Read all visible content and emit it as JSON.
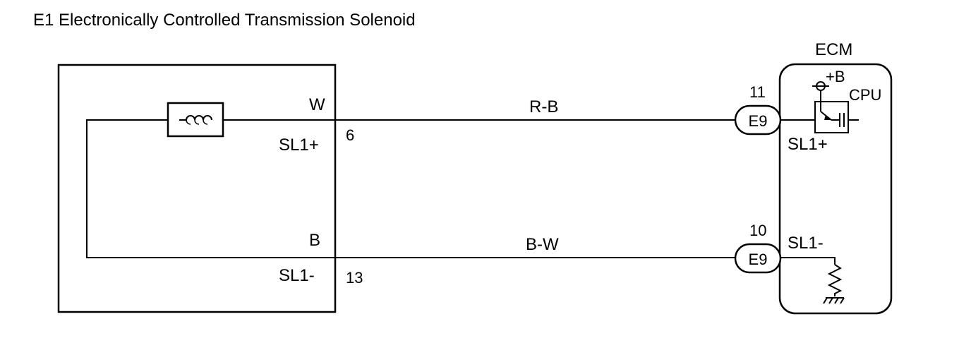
{
  "title": "E1 Electronically Controlled Transmission Solenoid",
  "solenoid": {
    "wire_colors": {
      "upper": "W",
      "lower": "B"
    },
    "terminals": {
      "upper": {
        "name": "SL1+",
        "pin": "6"
      },
      "lower": {
        "name": "SL1-",
        "pin": "13"
      }
    }
  },
  "wires": {
    "upper": {
      "color_code": "R-B"
    },
    "lower": {
      "color_code": "B-W"
    }
  },
  "ecm": {
    "title": "ECM",
    "supply_label": "+B",
    "cpu_label": "CPU",
    "connectors": {
      "upper": {
        "pin": "11",
        "id": "E9",
        "terminal": "SL1+"
      },
      "lower": {
        "pin": "10",
        "id": "E9",
        "terminal": "SL1-"
      }
    }
  },
  "colors": {
    "line": "#000000",
    "background": "#ffffff"
  }
}
